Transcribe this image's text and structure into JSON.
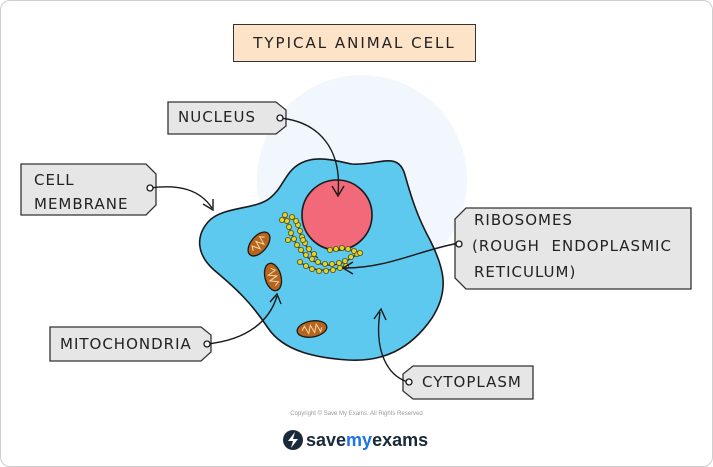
{
  "title": "TYPICAL ANIMAL CELL",
  "labels": {
    "nucleus": "NUCLEUS",
    "cell_membrane": [
      "CELL",
      "MEMBRANE"
    ],
    "ribosomes": [
      "RIBOSOMES",
      "(ROUGH  ENDOPLASMIC",
      "RETICULUM)"
    ],
    "mitochondria": "MITOCHONDRIA",
    "cytoplasm": "CYTOPLASM"
  },
  "footer": {
    "copyright": "Copyright © Save My Exams. All Rights Reserved",
    "brand_save": "save",
    "brand_my": "my",
    "brand_exams": "exams"
  },
  "colors": {
    "title_fill": "#fde3c8",
    "label_fill": "#e6e6e6",
    "cytoplasm": "#5ec9ef",
    "nucleus": "#f26a7a",
    "mitochondria": "#b5651d",
    "ribosomes": "#e2d32b",
    "brand_blue": "#1e73e8"
  },
  "icons": [
    "lightning-logo-icon"
  ]
}
